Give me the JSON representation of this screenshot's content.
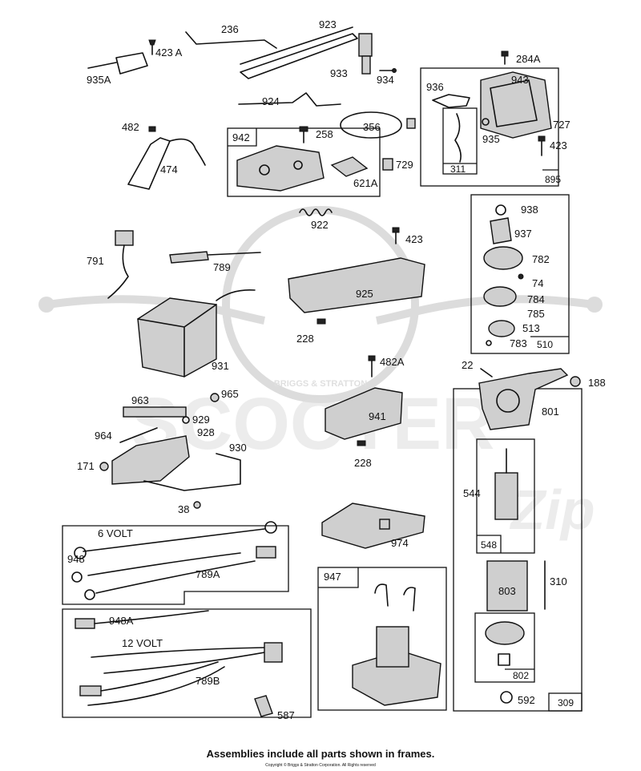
{
  "watermark": {
    "brand_ring": "BRIGGS & STRATTON",
    "brand_big": "SCOOTER",
    "brand_script": "Zip"
  },
  "labels": {
    "p236": "236",
    "p923": "923",
    "p423A": "423 A",
    "p935A": "935A",
    "p933": "933",
    "p934": "934",
    "p284A": "284A",
    "p936": "936",
    "p943": "943",
    "p727": "727",
    "p935": "935",
    "p423_top": "423",
    "p311": "311",
    "p895": "895",
    "p924": "924",
    "p356": "356",
    "p482": "482",
    "p942": "942",
    "p258": "258",
    "p474": "474",
    "p729": "729",
    "p621A": "621A",
    "p922": "922",
    "p938": "938",
    "p937": "937",
    "p782": "782",
    "p74": "74",
    "p784": "784",
    "p785": "785",
    "p513": "513",
    "p783": "783",
    "p510": "510",
    "p791": "791",
    "p789": "789",
    "p423_mid": "423",
    "p925": "925",
    "p228_a": "228",
    "p931": "931",
    "p482A": "482A",
    "p22": "22",
    "p188": "188",
    "p801": "801",
    "p963": "963",
    "p965": "965",
    "p929": "929",
    "p928": "928",
    "p964": "964",
    "p930": "930",
    "p171": "171",
    "p941": "941",
    "p228_b": "228",
    "p38": "38",
    "p544": "544",
    "p548": "548",
    "p974": "974",
    "p6volt": "6 VOLT",
    "p948": "948",
    "p789A": "789A",
    "p947": "947",
    "p310": "310",
    "p803": "803",
    "p948A": "948A",
    "p12volt": "12 VOLT",
    "p789B": "789B",
    "p802": "802",
    "p587": "587",
    "p592": "592",
    "p309": "309"
  },
  "caption": "Assemblies include all parts shown in frames.",
  "copyright": "Copyright © Briggs & Stratton Corporation. All Rights reserved"
}
